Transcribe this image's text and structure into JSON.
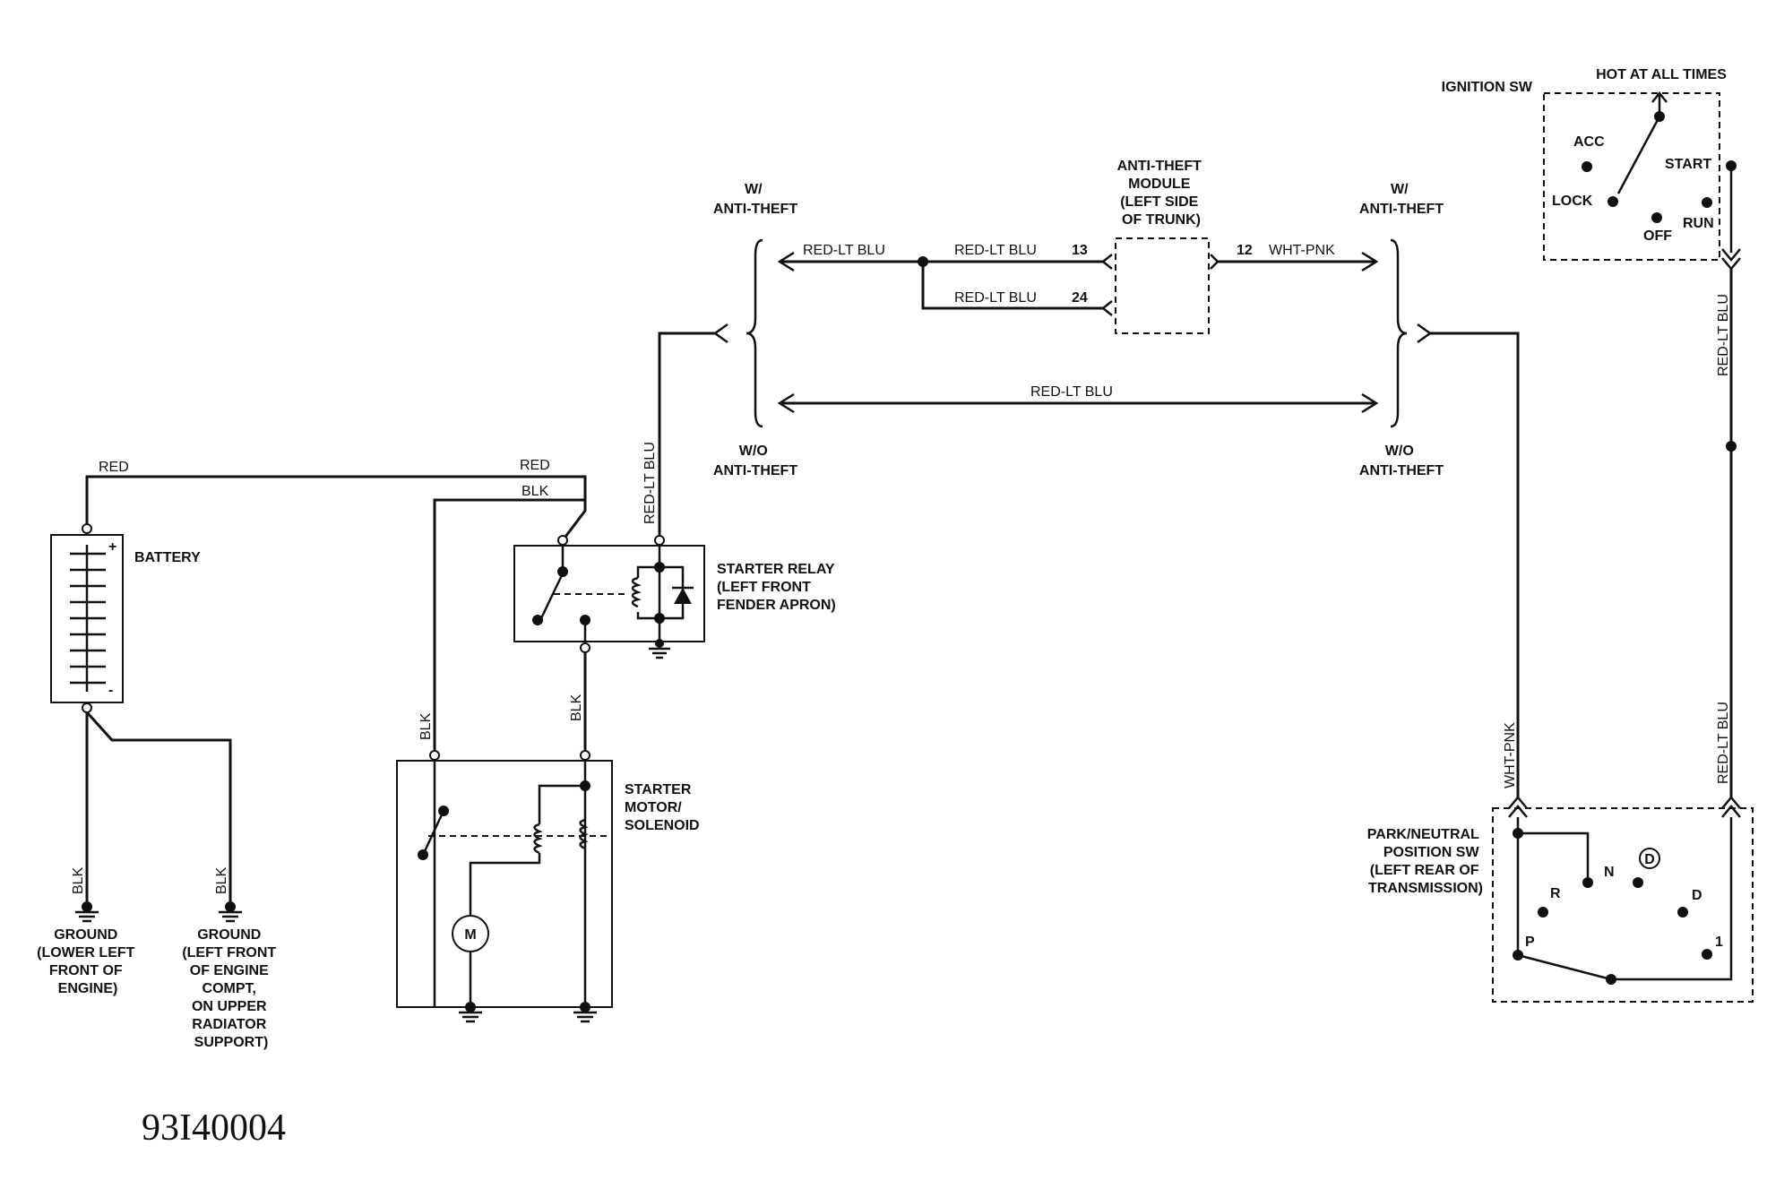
{
  "components": {
    "battery": "BATTERY",
    "starter_relay": [
      "STARTER RELAY",
      "(LEFT FRONT",
      "FENDER APRON)"
    ],
    "starter_motor": [
      "STARTER",
      "MOTOR/",
      "SOLENOID"
    ],
    "anti_theft_module": [
      "ANTI-THEFT",
      "MODULE",
      "(LEFT SIDE",
      "OF TRUNK)"
    ],
    "ignition_switch": "IGNITION SW",
    "hot_at_all_times": "HOT AT ALL TIMES",
    "ignition_positions": {
      "acc": "ACC",
      "lock": "LOCK",
      "off": "OFF",
      "start": "START",
      "run": "RUN"
    },
    "pn_switch": [
      "PARK/NEUTRAL",
      "POSITION SW",
      "(LEFT REAR OF",
      "TRANSMISSION)"
    ],
    "pn_positions": {
      "p": "P",
      "r": "R",
      "n": "N",
      "d_circled": "D",
      "d": "D",
      "one": "1"
    },
    "motor_symbol": "M",
    "battery_plus": "+",
    "battery_minus": "-"
  },
  "grounds": {
    "ground1": [
      "GROUND",
      "(LOWER LEFT",
      "FRONT OF",
      "ENGINE)"
    ],
    "ground2": [
      "GROUND",
      "(LEFT FRONT",
      "OF ENGINE",
      "COMPT,",
      "ON UPPER",
      "RADIATOR",
      "SUPPORT)"
    ]
  },
  "options": {
    "with_left": [
      "W/",
      "ANTI-THEFT"
    ],
    "without_left": [
      "W/O",
      "ANTI-THEFT"
    ],
    "with_right": [
      "W/",
      "ANTI-THEFT"
    ],
    "without_right": [
      "W/O",
      "ANTI-THEFT"
    ]
  },
  "wires": {
    "red_top": "RED",
    "red_relay": "RED",
    "blk_relay": "BLK",
    "red_lt_blu_relay": "RED-LT BLU",
    "red_lt_blu_left": "RED-LT BLU",
    "red_lt_blu_13": "RED-LT BLU",
    "red_lt_blu_24": "RED-LT BLU",
    "red_lt_blu_wo": "RED-LT BLU",
    "wht_pnk_12": "WHT-PNK",
    "pin13": "13",
    "pin24": "24",
    "pin12": "12",
    "blk_ground1": "BLK",
    "blk_ground2": "BLK",
    "blk_motor_left": "BLK",
    "blk_motor_right": "BLK",
    "wht_pnk_pn": "WHT-PNK",
    "red_lt_blu_ign": "RED-LT BLU",
    "red_lt_blu_pn": "RED-LT BLU"
  },
  "figure_id": "93I40004"
}
